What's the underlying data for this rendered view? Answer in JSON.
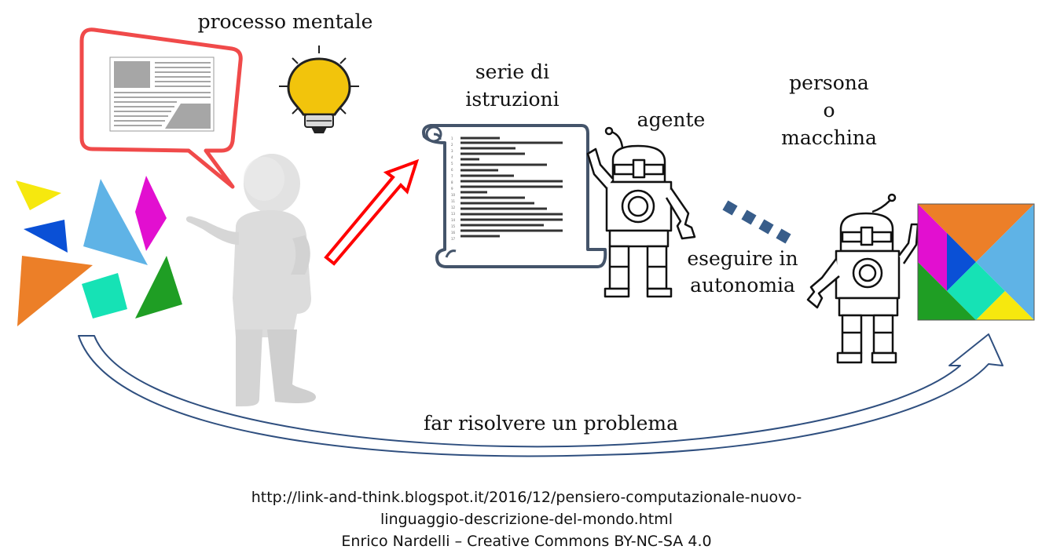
{
  "labels": {
    "mental_process": "processo mentale",
    "instructions_line1": "serie di",
    "instructions_line2": "istruzioni",
    "agent": "agente",
    "person_line1": "persona",
    "person_line2": "o",
    "person_line3": "macchina",
    "execute_line1": "eseguire in",
    "execute_line2": "autonomia",
    "solve_problem": "far risolvere un problema"
  },
  "footer": {
    "url_line1": "http://link-and-think.blogspot.it/2016/12/pensiero-computazionale-nuovo-",
    "url_line2": "linguaggio-descrizione-del-mondo.html",
    "credit": "Enrico Nardelli – Creative Commons BY-NC-SA 4.0"
  },
  "colors": {
    "speech_bubble": "#f04a4a",
    "bulb": "#f2c40c",
    "arrow_red": "#ff0000",
    "scroll": "#44546a",
    "curve": "#2f4f7f",
    "dots": "#385d8a",
    "tan_orange": "#ec7f28",
    "tan_lightblue": "#5fb3e6",
    "tan_magenta": "#e20fd0",
    "tan_blue": "#0a50d6",
    "tan_green": "#1f9e24",
    "tan_teal": "#16e2b5",
    "tan_yellow": "#f6e80e"
  },
  "icons": [
    "speech-bubble-icon",
    "light-bulb-icon",
    "person-figure",
    "scroll-icon",
    "robot-icon",
    "tangram-icon"
  ]
}
